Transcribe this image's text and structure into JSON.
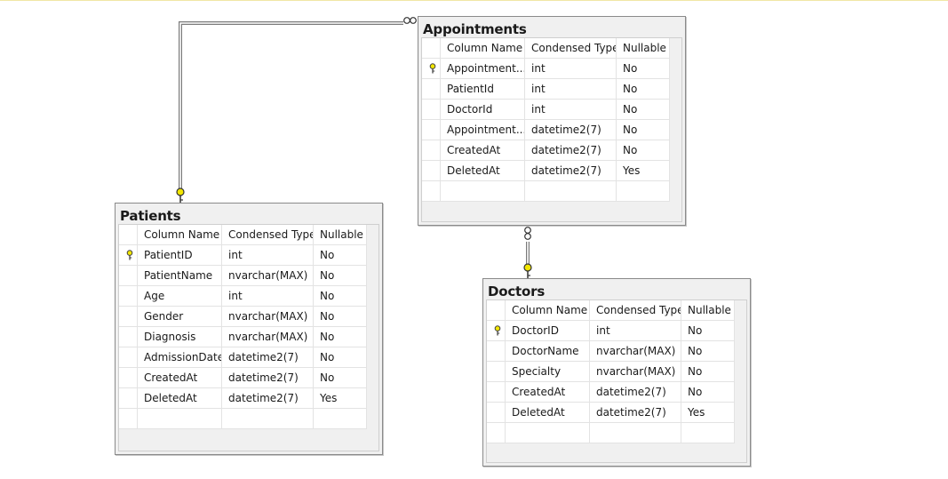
{
  "headers": {
    "col_name": "Column Name",
    "col_type": "Condensed Type",
    "col_null": "Nullable"
  },
  "tables": {
    "appointments": {
      "name": "Appointments",
      "rows": [
        {
          "name": "Appointment...",
          "type": "int",
          "nullable": "No",
          "key": true
        },
        {
          "name": "PatientId",
          "type": "int",
          "nullable": "No"
        },
        {
          "name": "DoctorId",
          "type": "int",
          "nullable": "No"
        },
        {
          "name": "Appointment...",
          "type": "datetime2(7)",
          "nullable": "No"
        },
        {
          "name": "CreatedAt",
          "type": "datetime2(7)",
          "nullable": "No"
        },
        {
          "name": "DeletedAt",
          "type": "datetime2(7)",
          "nullable": "Yes"
        }
      ]
    },
    "patients": {
      "name": "Patients",
      "rows": [
        {
          "name": "PatientID",
          "type": "int",
          "nullable": "No",
          "key": true
        },
        {
          "name": "PatientName",
          "type": "nvarchar(MAX)",
          "nullable": "No"
        },
        {
          "name": "Age",
          "type": "int",
          "nullable": "No"
        },
        {
          "name": "Gender",
          "type": "nvarchar(MAX)",
          "nullable": "No"
        },
        {
          "name": "Diagnosis",
          "type": "nvarchar(MAX)",
          "nullable": "No"
        },
        {
          "name": "AdmissionDate",
          "type": "datetime2(7)",
          "nullable": "No"
        },
        {
          "name": "CreatedAt",
          "type": "datetime2(7)",
          "nullable": "No"
        },
        {
          "name": "DeletedAt",
          "type": "datetime2(7)",
          "nullable": "Yes"
        }
      ]
    },
    "doctors": {
      "name": "Doctors",
      "rows": [
        {
          "name": "DoctorID",
          "type": "int",
          "nullable": "No",
          "key": true
        },
        {
          "name": "DoctorName",
          "type": "nvarchar(MAX)",
          "nullable": "No"
        },
        {
          "name": "Specialty",
          "type": "nvarchar(MAX)",
          "nullable": "No"
        },
        {
          "name": "CreatedAt",
          "type": "datetime2(7)",
          "nullable": "No"
        },
        {
          "name": "DeletedAt",
          "type": "datetime2(7)",
          "nullable": "Yes"
        }
      ]
    }
  },
  "colors": {
    "key": "#f2e600",
    "line": "#7a7a7a"
  },
  "icons": {
    "primary_key": "key-icon",
    "one_end": "key-icon",
    "many_end": "infinity-icon"
  }
}
